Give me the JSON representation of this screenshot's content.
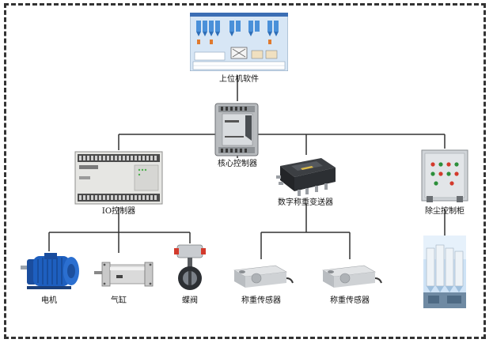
{
  "labels": {
    "software": "上位机软件",
    "core": "核心控制器",
    "io": "IO控制器",
    "transmitter": "数字称重变送器",
    "dust": "除尘控制柜",
    "motor": "电机",
    "cylinder": "气缸",
    "valve": "蝶阀",
    "loadcell1": "称重传感器",
    "loadcell2": "称重传感器"
  },
  "colors": {
    "line": "#333333",
    "frame": "#333333",
    "screen_bg": "#d7e6f5",
    "motor_blue": "#1e5fbf",
    "device_grey": "#c8c8c8",
    "cabinet": "#d0d4d8",
    "silo": "#9fbfdc"
  }
}
